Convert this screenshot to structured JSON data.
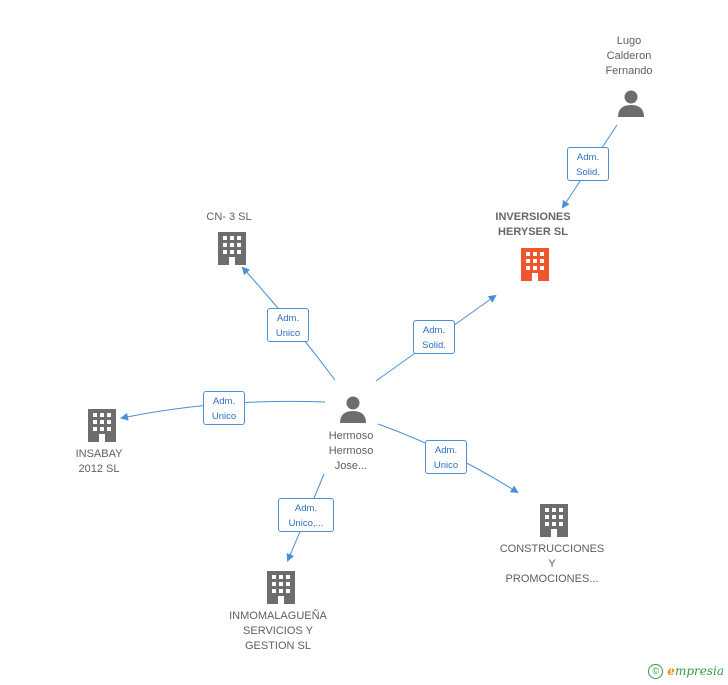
{
  "colors": {
    "person": "#6d6d6d",
    "company": "#6d6d6d",
    "focus_company": "#f0552b",
    "edge": "#4a8fd8",
    "brand": "#2f9a46"
  },
  "nodes": {
    "lugo": {
      "label": "Lugo\nCalderon\nFernando",
      "icon": "person-icon"
    },
    "inversiones": {
      "label": "INVERSIONES\nHERYSER SL",
      "icon": "building-icon"
    },
    "cn3": {
      "label": "CN- 3 SL",
      "icon": "building-icon"
    },
    "insabay": {
      "label": "INSABAY\n2012 SL",
      "icon": "building-icon"
    },
    "hermoso": {
      "label": "Hermoso\nHermoso\nJose...",
      "icon": "person-icon"
    },
    "construcciones": {
      "label": "CONSTRUCCIONES\nY\nPROMOCIONES...",
      "icon": "building-icon"
    },
    "inmomalaguena": {
      "label": "INMOMALAGUEÑA\nSERVICIOS Y\nGESTION SL",
      "icon": "building-icon"
    }
  },
  "relations": {
    "lugo_inversiones": "Adm.\nSolid.",
    "hermoso_inversiones": "Adm.\nSolid.",
    "hermoso_cn3": "Adm.\nUnico",
    "hermoso_insabay": "Adm.\nUnico",
    "hermoso_construcciones": "Adm.\nUnico",
    "hermoso_inmomalaguena": "Adm.\nUnico,..."
  },
  "footer": {
    "copyright": "©",
    "brand_first": "e",
    "brand_rest": "mpresia"
  }
}
